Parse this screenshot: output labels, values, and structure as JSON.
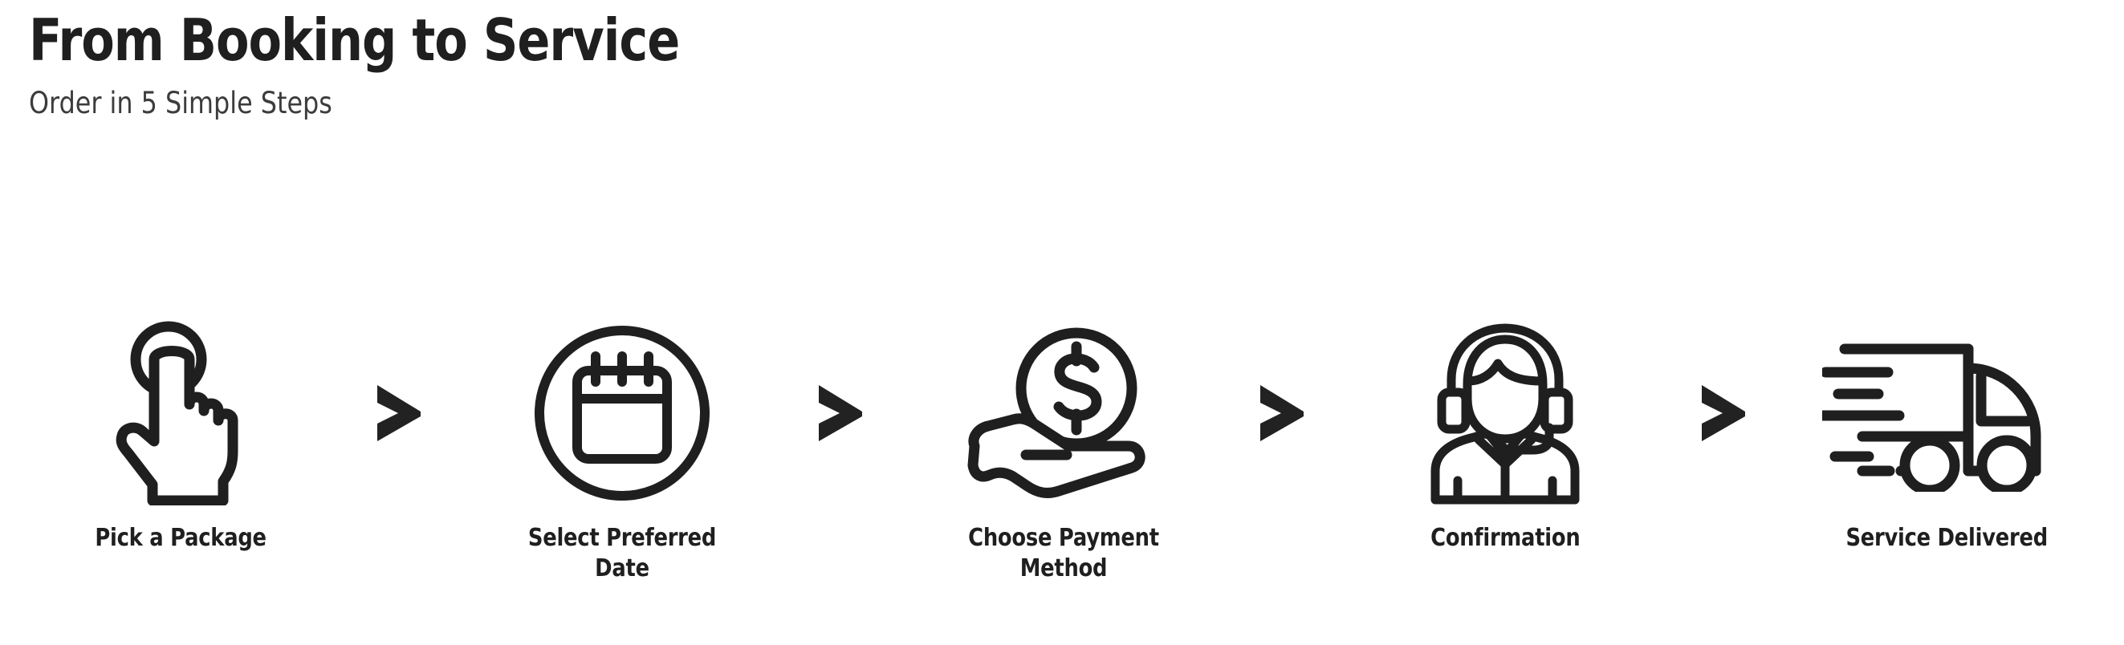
{
  "header": {
    "title": "From Booking to Service",
    "subtitle": "Order in 5 Simple Steps"
  },
  "colors": {
    "background": "#ffffff",
    "ink": "#1f1f1f",
    "subtitle": "#3c3c3c",
    "arrow": "#222222"
  },
  "flow": {
    "separator_glyph": ">",
    "steps": [
      {
        "index": 1,
        "label": "Pick a Package",
        "icon": "hand-tap-icon"
      },
      {
        "index": 2,
        "label": "Select Preferred Date",
        "icon": "calendar-circle-icon"
      },
      {
        "index": 3,
        "label": "Choose Payment Method",
        "icon": "hand-holding-coin-icon"
      },
      {
        "index": 4,
        "label": "Confirmation",
        "icon": "headset-agent-icon"
      },
      {
        "index": 5,
        "label": "Service Delivered",
        "icon": "delivery-truck-icon"
      }
    ],
    "arrows": [
      {
        "index": 1,
        "name": "step-arrow-1"
      },
      {
        "index": 2,
        "name": "step-arrow-2"
      },
      {
        "index": 3,
        "name": "step-arrow-3"
      },
      {
        "index": 4,
        "name": "step-arrow-4"
      }
    ]
  }
}
